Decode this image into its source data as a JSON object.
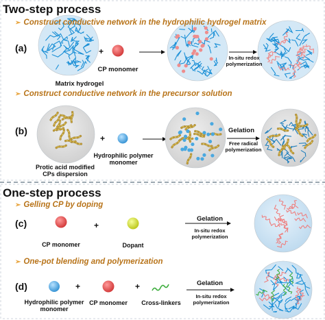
{
  "sections": {
    "two_step": {
      "title": "Two-step process",
      "subtitle_a": "Construct conductive network in the hydrophilic hydrogel matrix",
      "subtitle_b": "Construct conductive network in the precursor solution"
    },
    "one_step": {
      "title": "One-step process",
      "subtitle_c": "Gelling CP by doping",
      "subtitle_d": "One-pot blending and polymerization"
    }
  },
  "panel_a": {
    "tag": "(a)",
    "label_matrix": "Matrix hydrogel",
    "plus": "+",
    "label_monomer": "CP monomer",
    "cond_1": "In-situ redox",
    "cond_2": "polymerization"
  },
  "panel_b": {
    "tag": "(b)",
    "label_dispersion_1": "Protic acid modified",
    "label_dispersion_2": "CPs dispersion",
    "plus": "+",
    "label_monomer_1": "Hydrophilic polymer",
    "label_monomer_2": "monomer",
    "gelation": "Gelation",
    "cond_1": "Free radical",
    "cond_2": "polymerization"
  },
  "panel_c": {
    "tag": "(c)",
    "label_monomer": "CP monomer",
    "plus": "+",
    "label_dopant": "Dopant",
    "gelation": "Gelation",
    "cond_1": "In-situ redox",
    "cond_2": "polymerization"
  },
  "panel_d": {
    "tag": "(d)",
    "label_hydro_1": "Hydrophilic polymer",
    "label_hydro_2": "monomer",
    "plus_1": "+",
    "label_monomer": "CP monomer",
    "plus_2": "+",
    "label_crosslinkers": "Cross-linkers",
    "gelation": "Gelation",
    "cond_1": "In-situ redox",
    "cond_2": "polymerization"
  },
  "colors": {
    "network_blue": "#1a8fd6",
    "cp_red": "#e44a4a",
    "cp_pink": "#f0a8a8",
    "dopant_yellow": "#d6e31f",
    "hydrophilic_blue": "#4aa8e0",
    "disc_gray": "#dcdcdc",
    "disc_blue": "#d4e8f6",
    "crosslinker_green": "#3fae3f",
    "accent_orange": "#b8741a",
    "divider": "#7a8a96"
  }
}
